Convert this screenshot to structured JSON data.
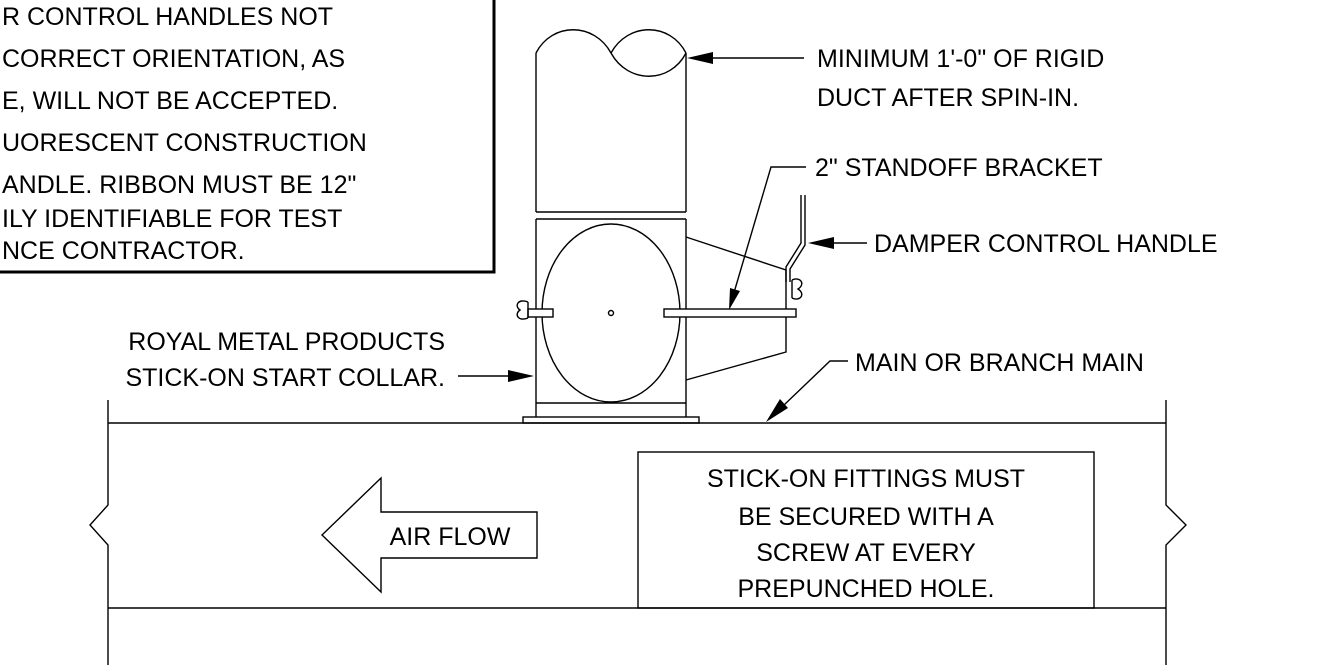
{
  "note_box": {
    "lines": [
      "R CONTROL HANDLES NOT",
      "CORRECT ORIENTATION, AS",
      "E, WILL NOT BE ACCEPTED.",
      "UORESCENT CONSTRUCTION",
      "ANDLE. RIBBON MUST BE 12\"",
      "ILY IDENTIFIABLE FOR TEST",
      "NCE CONTRACTOR."
    ]
  },
  "callouts": {
    "rigid_duct": [
      "MINIMUM 1'-0\" OF RIGID",
      "DUCT AFTER SPIN-IN."
    ],
    "standoff": "2\" STANDOFF BRACKET",
    "damper_handle": "DAMPER CONTROL HANDLE",
    "start_collar": [
      "ROYAL METAL PRODUCTS",
      "STICK-ON START COLLAR."
    ],
    "main": "MAIN OR BRANCH MAIN"
  },
  "air_flow": "AIR FLOW",
  "fittings_note": [
    "STICK-ON FITTINGS MUST",
    "BE SECURED WITH A",
    "SCREW AT EVERY",
    "PREPUNCHED HOLE."
  ]
}
